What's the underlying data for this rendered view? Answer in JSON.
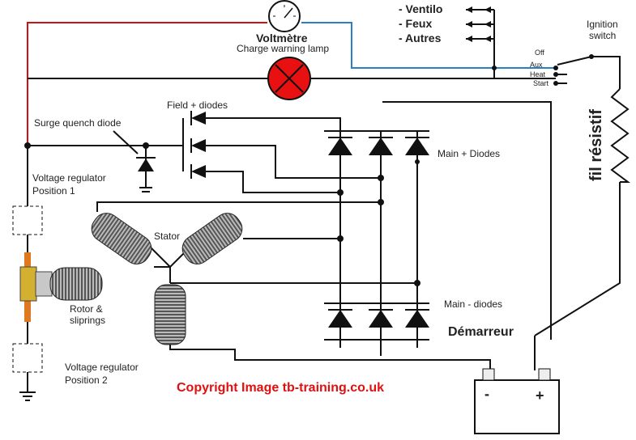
{
  "labels": {
    "voltmeter": "Voltmètre",
    "warning_lamp": "Charge warning lamp",
    "ventilo": "- Ventilo",
    "feux": "- Feux",
    "autres": "- Autres",
    "ignition": "Ignition",
    "switch": "switch",
    "sw_off": "Off",
    "sw_aux": "Aux",
    "sw_heat": "Heat",
    "sw_start": "Start",
    "field_diodes": "Field + diodes",
    "surge_diode": "Surge quench diode",
    "main_plus": "Main + Diodes",
    "main_minus": "Main - diodes",
    "vr_pos1_a": "Voltage regulator",
    "vr_pos1_b": "Position 1",
    "stator": "Stator",
    "rotor_a": "Rotor &",
    "rotor_b": "sliprings",
    "vr_pos2_a": "Voltage regulator",
    "vr_pos2_b": "Position 2",
    "fil_resistif": "fil résistif",
    "demarreur": "Démarreur",
    "battery_minus": "-",
    "battery_plus": "+",
    "copyright": "Copyright Image tb-training.co.uk"
  },
  "colors": {
    "wire": "#111111",
    "positive_wire": "#d01010",
    "voltmeter_wire": "#2a7fc0",
    "lamp": "#e81010",
    "copyright": "#e01010",
    "regulator_tab": "#e07820"
  },
  "icons": {
    "lamp": "warning-lamp-icon",
    "voltmeter": "voltmeter-gauge-icon",
    "diode": "diode-icon",
    "coil": "coil-icon",
    "battery": "battery-icon",
    "ground": "ground-icon",
    "resistor": "resistor-icon"
  }
}
